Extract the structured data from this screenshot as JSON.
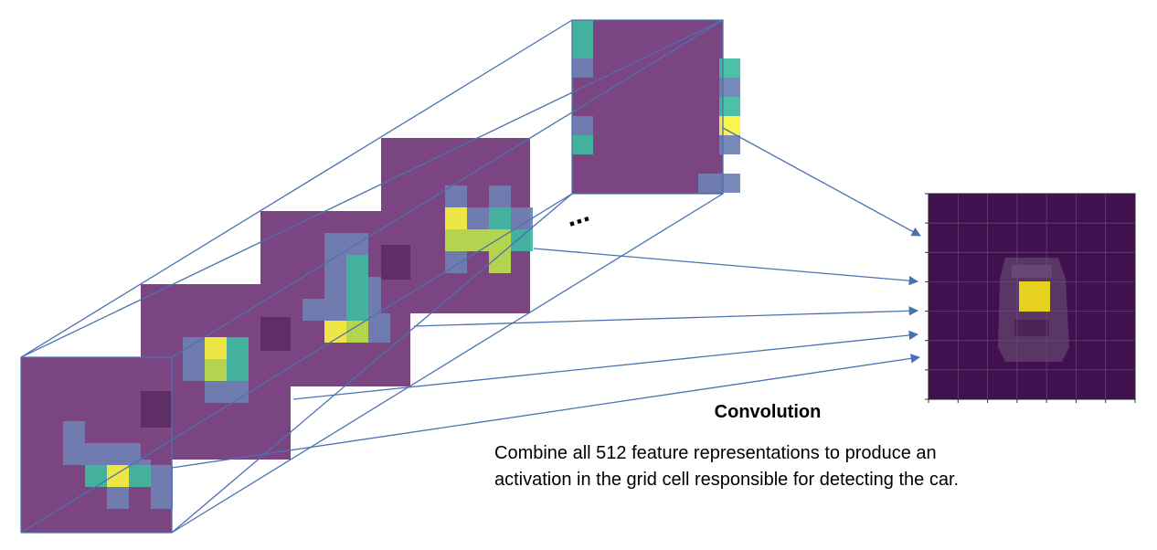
{
  "caption": {
    "title": "Convolution",
    "line1": "Combine all 512 feature representations to produce an",
    "line2": "activation in the grid cell responsible for detecting the car."
  },
  "ellipsis": "...",
  "colors": {
    "map_background": "#7b4582",
    "frame_line": "#4a72b0",
    "arrow": "#4a72b0",
    "output_background": "#41114f",
    "output_cell": "#e6d21e",
    "viridis_low": "#6f80b4",
    "viridis_mid": "#3fbaa1",
    "viridis_green": "#b8e04b",
    "viridis_high": "#f7f43f"
  },
  "feature_maps": [
    {
      "name": "feature-map-1",
      "cells": [
        {
          "r": 0,
          "c": 1,
          "v": "low"
        },
        {
          "r": 1,
          "c": 1,
          "v": "low"
        },
        {
          "r": 1,
          "c": 2,
          "v": "low"
        },
        {
          "r": 1,
          "c": 3,
          "v": "low"
        },
        {
          "r": 1,
          "c": 4,
          "v": "low"
        },
        {
          "r": 2,
          "c": 2,
          "v": "mid"
        },
        {
          "r": 2,
          "c": 3,
          "v": "high"
        },
        {
          "r": 2,
          "c": 4,
          "v": "mid"
        },
        {
          "r": 2,
          "c": 5,
          "v": "low"
        },
        {
          "r": 3,
          "c": 3,
          "v": "low"
        },
        {
          "r": 3,
          "c": 5,
          "v": "low"
        }
      ]
    },
    {
      "name": "feature-map-2",
      "cells": [
        {
          "r": 0,
          "c": 1,
          "v": "low"
        },
        {
          "r": 0,
          "c": 2,
          "v": "high"
        },
        {
          "r": 0,
          "c": 3,
          "v": "mid"
        },
        {
          "r": 1,
          "c": 1,
          "v": "low"
        },
        {
          "r": 1,
          "c": 2,
          "v": "green"
        },
        {
          "r": 1,
          "c": 3,
          "v": "mid"
        },
        {
          "r": 2,
          "c": 2,
          "v": "low"
        },
        {
          "r": 2,
          "c": 3,
          "v": "low"
        }
      ]
    },
    {
      "name": "feature-map-3",
      "cells": [
        {
          "r": 0,
          "c": 2,
          "v": "low"
        },
        {
          "r": 0,
          "c": 3,
          "v": "low"
        },
        {
          "r": 1,
          "c": 2,
          "v": "low"
        },
        {
          "r": 1,
          "c": 3,
          "v": "mid"
        },
        {
          "r": 2,
          "c": 2,
          "v": "low"
        },
        {
          "r": 2,
          "c": 3,
          "v": "mid"
        },
        {
          "r": 2,
          "c": 4,
          "v": "low"
        },
        {
          "r": 3,
          "c": 1,
          "v": "low"
        },
        {
          "r": 3,
          "c": 2,
          "v": "low"
        },
        {
          "r": 3,
          "c": 3,
          "v": "mid"
        },
        {
          "r": 3,
          "c": 4,
          "v": "low"
        },
        {
          "r": 4,
          "c": 2,
          "v": "high"
        },
        {
          "r": 4,
          "c": 3,
          "v": "green"
        },
        {
          "r": 4,
          "c": 4,
          "v": "low"
        }
      ]
    },
    {
      "name": "feature-map-4",
      "cells": [
        {
          "r": 0,
          "c": 2,
          "v": "low"
        },
        {
          "r": 0,
          "c": 4,
          "v": "low"
        },
        {
          "r": 1,
          "c": 2,
          "v": "high"
        },
        {
          "r": 1,
          "c": 3,
          "v": "low"
        },
        {
          "r": 1,
          "c": 4,
          "v": "mid"
        },
        {
          "r": 1,
          "c": 5,
          "v": "low"
        },
        {
          "r": 2,
          "c": 2,
          "v": "green"
        },
        {
          "r": 2,
          "c": 3,
          "v": "green"
        },
        {
          "r": 2,
          "c": 4,
          "v": "green"
        },
        {
          "r": 2,
          "c": 5,
          "v": "mid"
        },
        {
          "r": 3,
          "c": 2,
          "v": "low"
        },
        {
          "r": 3,
          "c": 4,
          "v": "green"
        }
      ]
    },
    {
      "name": "feature-map-512",
      "cells": [
        {
          "r": 0,
          "c": 0,
          "v": "mid"
        },
        {
          "r": 1,
          "c": 0,
          "v": "mid"
        },
        {
          "r": 2,
          "c": 0,
          "v": "low"
        },
        {
          "r": 5,
          "c": 0,
          "v": "low"
        },
        {
          "r": 6,
          "c": 0,
          "v": "mid"
        },
        {
          "r": 2,
          "c": 7,
          "v": "mid"
        },
        {
          "r": 3,
          "c": 7,
          "v": "low"
        },
        {
          "r": 4,
          "c": 7,
          "v": "mid"
        },
        {
          "r": 5,
          "c": 7,
          "v": "high"
        },
        {
          "r": 6,
          "c": 7,
          "v": "low"
        },
        {
          "r": 8,
          "c": 6,
          "v": "low"
        },
        {
          "r": 8,
          "c": 7,
          "v": "low"
        }
      ]
    }
  ]
}
